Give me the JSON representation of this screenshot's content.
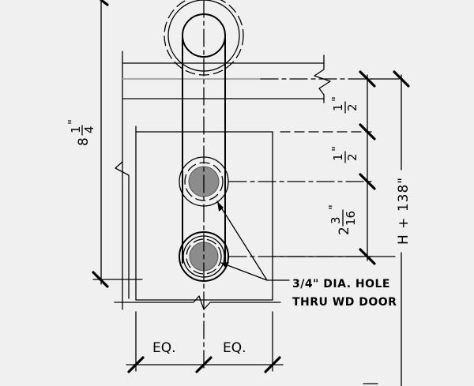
{
  "dimensions": {
    "overall_height": {
      "whole": "8",
      "num": "1",
      "den": "4",
      "unit": "\""
    },
    "gap_top": {
      "num": "1",
      "den": "2",
      "unit": "\""
    },
    "gap_mid": {
      "num": "1",
      "den": "2",
      "unit": "\""
    },
    "hole_spacing": {
      "whole": "2",
      "num": "3",
      "den": "16",
      "unit": "\""
    },
    "mount_height": "H + 138\"",
    "equal_left": "EQ.",
    "equal_right": "EQ."
  },
  "note": {
    "line1": "3/4\" DIA. HOLE",
    "line2": "THRU WD DOOR"
  }
}
